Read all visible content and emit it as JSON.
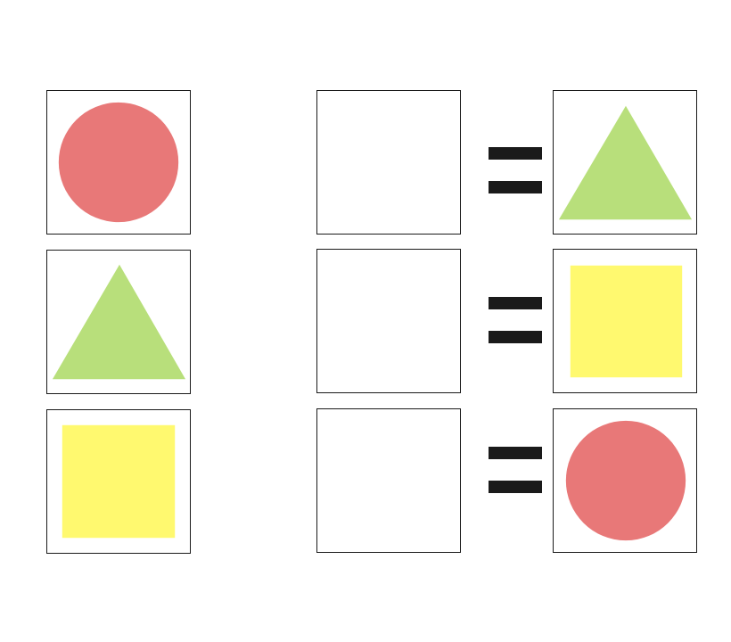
{
  "colors": {
    "circle": "#e87878",
    "triangle": "#b8df7b",
    "square": "#fff96f",
    "border": "#1a1a1a",
    "equals": "#1a1a1a"
  },
  "rows": [
    {
      "left": "circle-icon",
      "middle": "empty",
      "sign": "equals",
      "right": "triangle-icon"
    },
    {
      "left": "triangle-icon",
      "middle": "empty",
      "sign": "equals",
      "right": "square-icon"
    },
    {
      "left": "square-icon",
      "middle": "empty",
      "sign": "equals",
      "right": "circle-icon"
    }
  ]
}
